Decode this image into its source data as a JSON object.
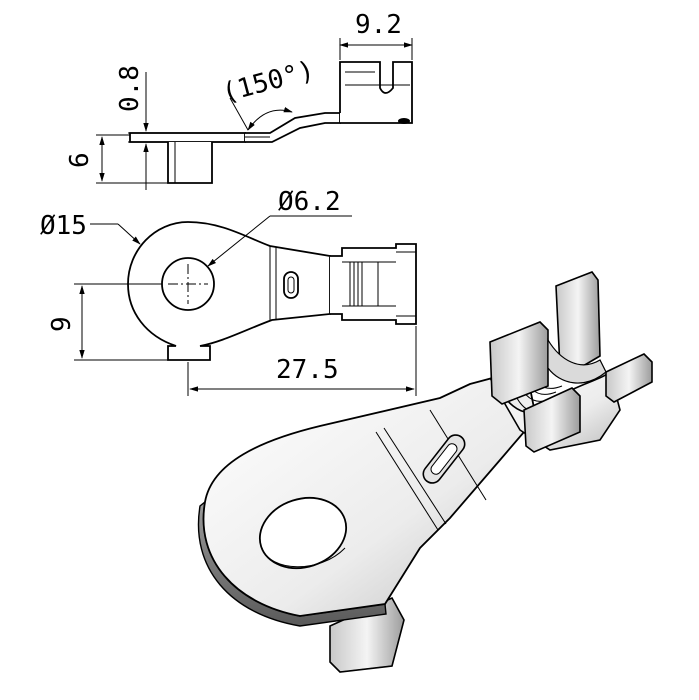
{
  "dimensions": {
    "width_top": "9.2",
    "thickness": "0.8",
    "bend_angle": "(150°)",
    "height": "6",
    "outer_diameter": "Ø15",
    "hole_diameter": "Ø6.2",
    "offset": "9",
    "length": "27.5"
  },
  "colors": {
    "line": "#000000",
    "background": "#ffffff",
    "metal_light": "#f2f2f2",
    "metal_mid": "#cfcfcf",
    "metal_dark": "#8a8a8a"
  }
}
